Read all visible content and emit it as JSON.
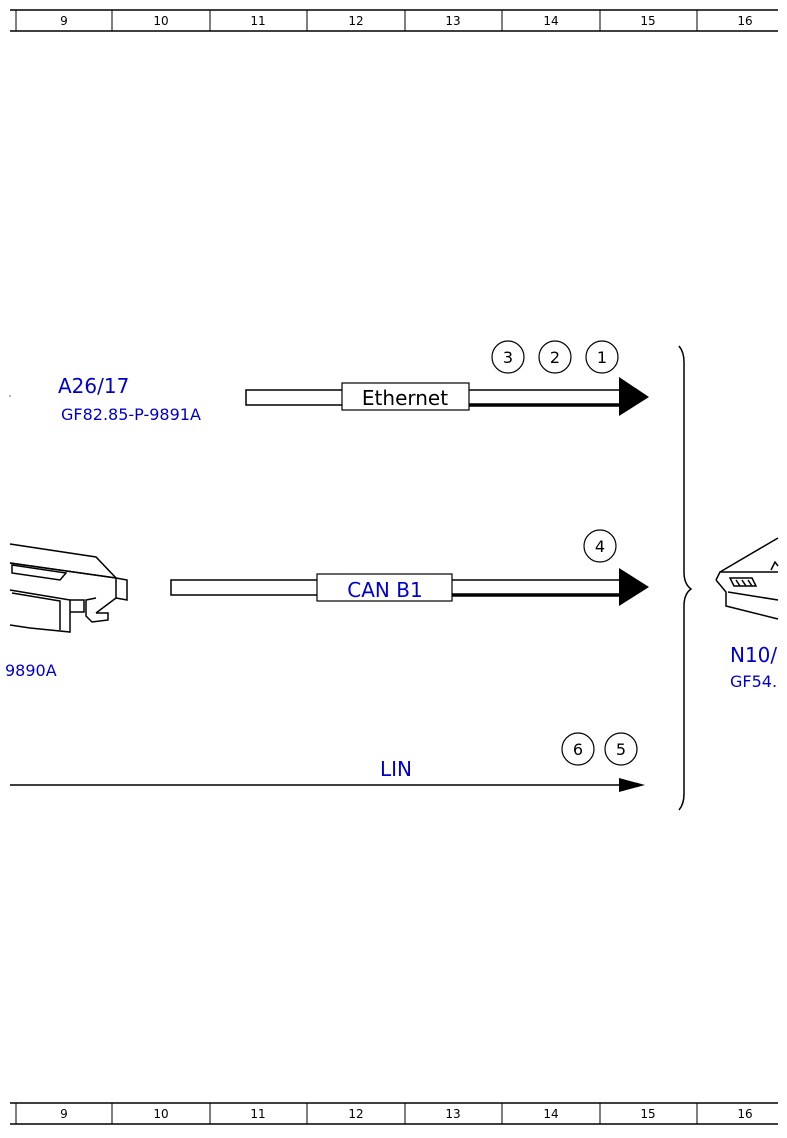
{
  "ruler": {
    "columns": [
      "9",
      "10",
      "11",
      "12",
      "13",
      "14",
      "15",
      "16"
    ]
  },
  "components": {
    "left_top": {
      "code": "A26/17",
      "ref": "GF82.85-P-9891A"
    },
    "left_mid": {
      "ref_fragment": "9890A"
    },
    "right": {
      "code_fragment": "N10/",
      "ref_fragment": "GF54."
    }
  },
  "buses": {
    "ethernet": {
      "label": "Ethernet",
      "markers": [
        "3",
        "2",
        "1"
      ]
    },
    "can": {
      "label": "CAN B1",
      "markers": [
        "4"
      ]
    },
    "lin": {
      "label": "LIN",
      "markers": [
        "6",
        "5"
      ]
    }
  },
  "colors": {
    "link": "#0000cc",
    "line": "#000000"
  }
}
